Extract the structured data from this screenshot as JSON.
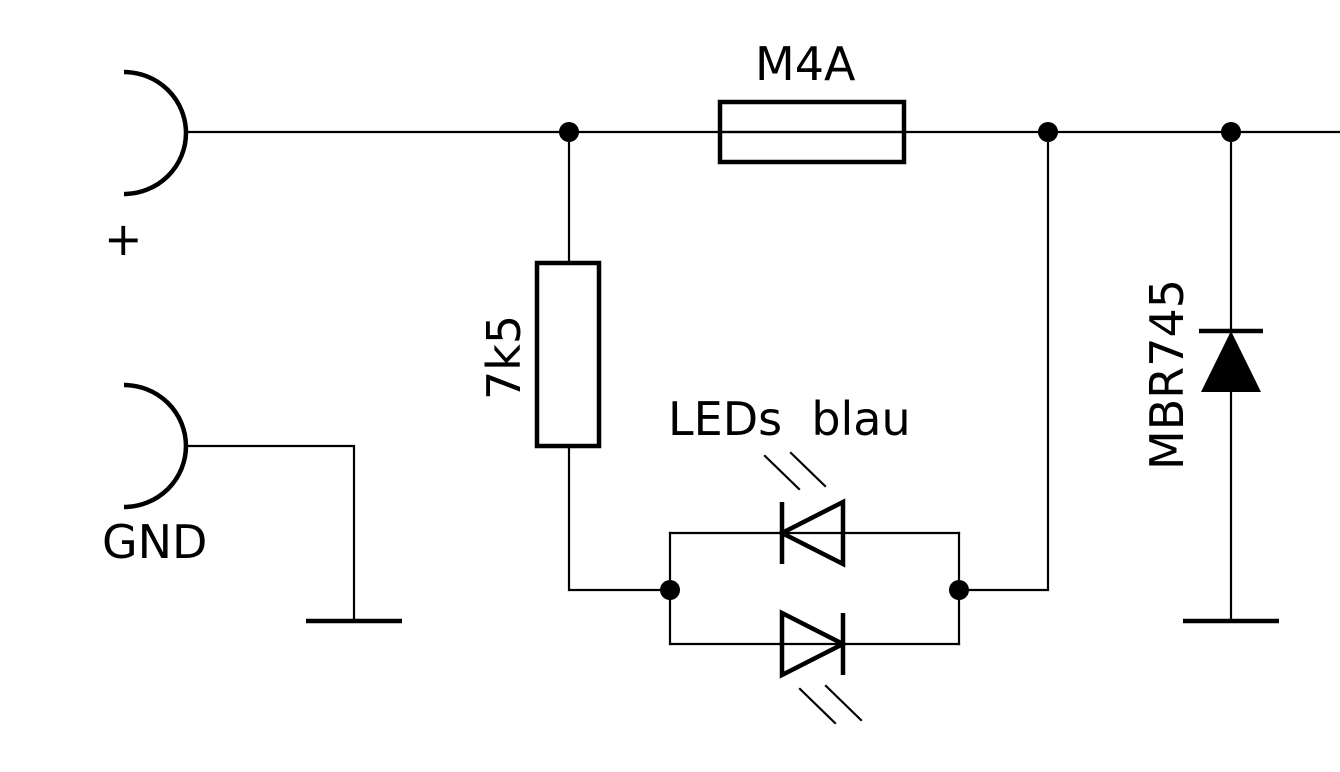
{
  "diagram": {
    "labels": {
      "plus": "+",
      "gnd": "GND",
      "fuse": "M4A",
      "resistor": "7k5",
      "leds": "LEDs  blau",
      "diode": "MBR745"
    },
    "colors": {
      "ink": "#000000",
      "background": "#ffffff"
    }
  }
}
